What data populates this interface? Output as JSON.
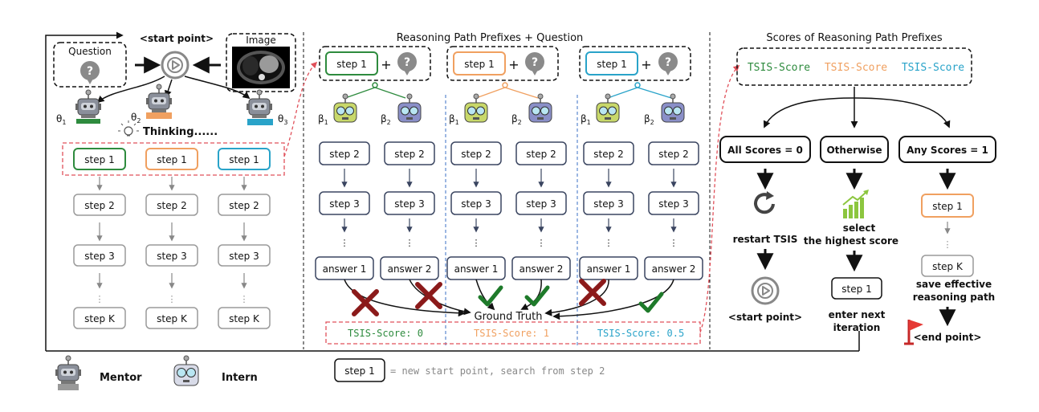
{
  "colors": {
    "green": "#2e8b3e",
    "orange": "#f0a060",
    "blue": "#29a3c9",
    "red_dashed": "#e0505a",
    "gray_box": "#9a9a9a",
    "navy_box": "#3a4560",
    "cross": "#8b1a1a",
    "check": "#1e7a2a"
  },
  "left": {
    "start_point": "<start point>",
    "question_label": "Question",
    "image_label": "Image",
    "question_icon": "?",
    "theta1": "θ",
    "theta1_sub": "1",
    "theta2": "θ",
    "theta2_sub": "2",
    "theta3": "θ",
    "theta3_sub": "3",
    "thinking": "Thinking......",
    "step1": "step 1",
    "step2": "step 2",
    "step3": "step 3",
    "dots": "⋮",
    "stepK": "step K"
  },
  "middle": {
    "title": "Reasoning Path Prefixes + Question",
    "step1": "step 1",
    "plus": "+",
    "question_icon": "?",
    "beta1": "β",
    "beta1_sub": "1",
    "beta2": "β",
    "beta2_sub": "2",
    "step2": "step 2",
    "step3": "step 3",
    "dots": "⋮",
    "answer1": "answer 1",
    "answer2": "answer 2",
    "ground_truth": "Ground Truth",
    "scores": [
      "TSIS-Score: 0",
      "TSIS-Score: 1",
      "TSIS-Score: 0.5"
    ]
  },
  "right": {
    "title": "Scores of Reasoning Path Prefixes",
    "score_label": "TSIS-Score",
    "all_zero": "All Scores = 0",
    "otherwise": "Otherwise",
    "any_one": "Any Scores = 1",
    "restart": "restart TSIS",
    "start_point": "<start point>",
    "select_line1": "select",
    "select_line2": "the highest score",
    "step1": "step 1",
    "enter_line1": "enter next",
    "enter_line2": "iteration",
    "dots": "⋮",
    "stepK": "step K",
    "save_line1": "save effective",
    "save_line2": "reasoning path",
    "end_point": "<end point>"
  },
  "legend": {
    "mentor": "Mentor",
    "intern": "Intern",
    "step1": "step 1",
    "note": "= new start point, search from step 2"
  }
}
